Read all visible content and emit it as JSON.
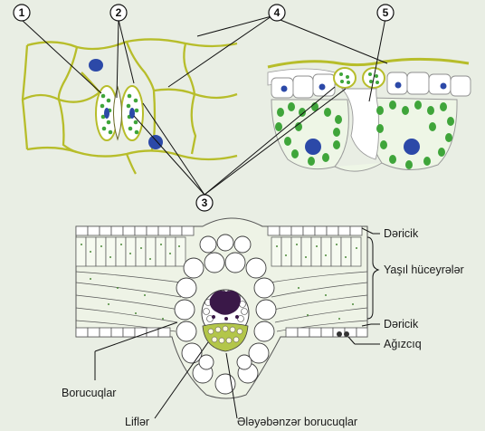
{
  "callouts": [
    "1",
    "2",
    "3",
    "4",
    "5"
  ],
  "labels": {
    "upper_epidermis": "Dəricik",
    "green_cells": "Yaşıl hüceyrələr",
    "lower_epidermis": "Dəricik",
    "stoma": "Ağızcıq",
    "vessels": "Borucuqlar",
    "fibers": "Liflər",
    "sieve_tubes": "Ələyəbənzər borucuqlar"
  },
  "colors": {
    "background": "#e9eee4",
    "cell_wall": "#b7bd2a",
    "chloroplast": "#3fa53a",
    "nucleus": "#2c49a8",
    "phloem": "#b3c64a",
    "xylem": "#3a1848"
  }
}
